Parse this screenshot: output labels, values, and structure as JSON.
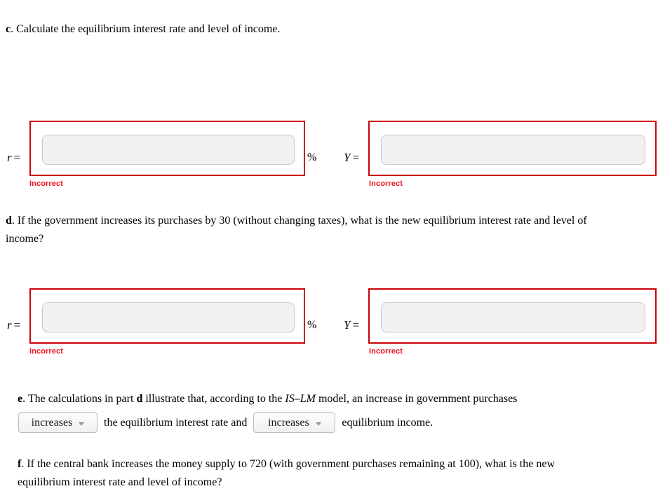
{
  "colors": {
    "validation_border_red": "#cb0007",
    "incorrect_text_red": "#e8131b",
    "input_field_bg": "#f1f1f2",
    "input_field_border": "#c9c9cb",
    "dropdown_border": "#b9b9bf",
    "dropdown_caret": "#96969b",
    "page_bg": "#ffffff"
  },
  "part_c": {
    "bullet": "c",
    "text": ". Calculate the equilibrium interest rate and level of income."
  },
  "row_c": {
    "r_var": "r",
    "y_var": "Y",
    "equals": "=",
    "percent": "%",
    "r_value": "",
    "y_value": "",
    "r_status": "Incorrect",
    "y_status": "Incorrect"
  },
  "part_d": {
    "bullet": "d",
    "line1": ". If the government increases its purchases by 30 (without changing taxes), what is the new equilibrium interest rate and level of",
    "line2": "income?"
  },
  "row_d": {
    "r_var": "r",
    "y_var": "Y",
    "equals": "=",
    "percent": "%",
    "r_value": "",
    "y_value": "",
    "r_status": "Incorrect",
    "y_status": "Incorrect"
  },
  "part_e": {
    "bullet": "e",
    "t1": ". The calculations in part ",
    "bold_word": "d",
    "t2": " illustrate that, according to the ",
    "italic_word": "IS–LM",
    "t3": " model, an increase in government purchases",
    "dropdown1": {
      "value": "increases",
      "icon": "chevron-down"
    },
    "t4": "the equilibrium interest rate and",
    "dropdown2": {
      "value": "increases",
      "icon": "chevron-down"
    },
    "t5": "equilibrium income."
  },
  "part_f": {
    "bullet": "f",
    "line1": ". If the central bank increases the money supply to 720 (with government purchases remaining at 100), what is the new",
    "line2": "equilibrium interest rate and level of income?"
  }
}
